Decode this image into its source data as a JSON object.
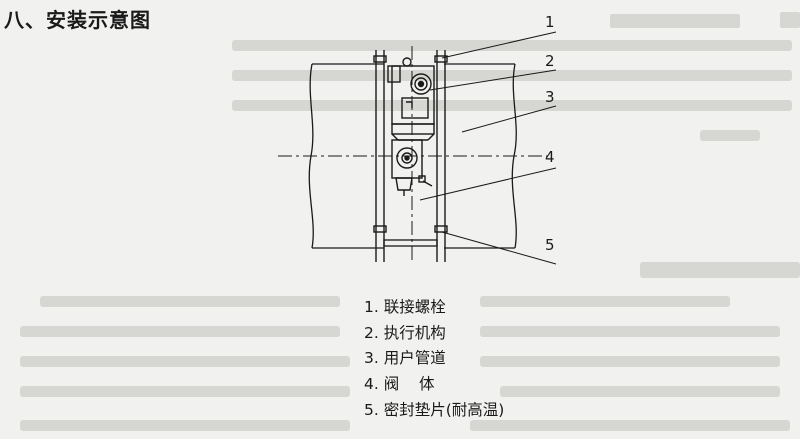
{
  "title": "八、安装示意图",
  "callouts": [
    "1",
    "2",
    "3",
    "4",
    "5"
  ],
  "legend": [
    {
      "num": "1.",
      "text": "联接螺栓"
    },
    {
      "num": "2.",
      "text": "执行机构"
    },
    {
      "num": "3.",
      "text": "用户管道"
    },
    {
      "num": "4.",
      "text": "阀    体"
    },
    {
      "num": "5.",
      "text": "密封垫片(耐高温)"
    }
  ],
  "colors": {
    "paper": "#f1f1ef",
    "ink": "#1a1a1a",
    "ghost": "#cfcfcb"
  }
}
